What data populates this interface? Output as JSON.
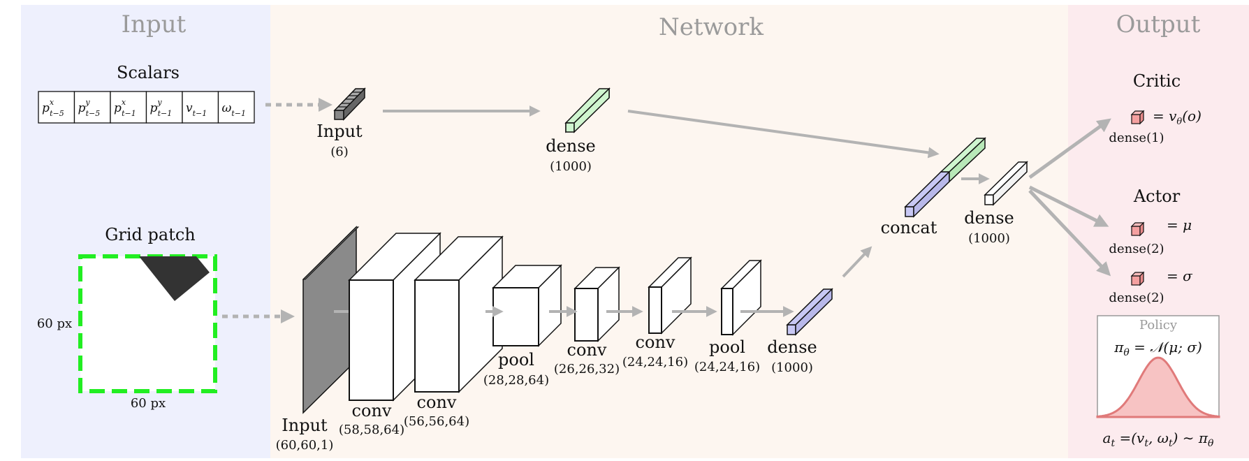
{
  "panels": {
    "input": {
      "title": "Input",
      "color": "#eef0fd"
    },
    "network": {
      "title": "Network",
      "color": "#fdf6f0"
    },
    "output": {
      "title": "Output",
      "color": "#fcebee"
    }
  },
  "scalars": {
    "title": "Scalars",
    "cells": [
      {
        "base": "p",
        "sup": "x",
        "sub": "t−5"
      },
      {
        "base": "p",
        "sup": "y",
        "sub": "t−5"
      },
      {
        "base": "p",
        "sup": "x",
        "sub": "t−1"
      },
      {
        "base": "p",
        "sup": "y",
        "sub": "t−1"
      },
      {
        "base": "v",
        "sup": "",
        "sub": "t−1"
      },
      {
        "base": "ω",
        "sup": "",
        "sub": "t−1"
      }
    ]
  },
  "grid_patch": {
    "title": "Grid patch",
    "height_label": "60 px",
    "width_label": "60 px",
    "border_color": "#22ee22"
  },
  "scalar_branch": {
    "input": {
      "label": "Input",
      "dims": "(6)"
    },
    "dense": {
      "label": "dense",
      "dims": "(1000)"
    }
  },
  "grid_branch": {
    "input": {
      "label": "Input",
      "dims": "(60,60,1)"
    },
    "layers": [
      {
        "label": "conv",
        "dims": "(58,58,64)"
      },
      {
        "label": "conv",
        "dims": "(56,56,64)"
      },
      {
        "label": "pool",
        "dims": "(28,28,64)"
      },
      {
        "label": "conv",
        "dims": "(26,26,32)"
      },
      {
        "label": "conv",
        "dims": "(24,24,16)"
      },
      {
        "label": "pool",
        "dims": "(24,24,16)"
      },
      {
        "label": "dense",
        "dims": "(1000)"
      }
    ]
  },
  "merge": {
    "concat": {
      "label": "concat"
    },
    "dense": {
      "label": "dense",
      "dims": "(1000)"
    }
  },
  "output": {
    "critic": {
      "title": "Critic",
      "eq": "= v",
      "eq_sub": "θ",
      "eq_tail": "(o)",
      "layer": "dense(1)"
    },
    "actor": {
      "title": "Actor",
      "mu_eq": "= μ",
      "mu_layer": "dense(2)",
      "sigma_eq": "= σ",
      "sigma_layer": "dense(2)"
    },
    "policy": {
      "title": "Policy",
      "formula": "π",
      "formula_sub": "θ",
      "formula_tail": " = 𝒩(μ; σ)",
      "action": "a",
      "action_sub": "t",
      "action_tail": " =(v",
      "action_tail2": ", ω",
      "action_tail3": ") ∼ π",
      "action_tail3_sub": "θ",
      "action_close": ""
    }
  },
  "colors": {
    "arrow": "#b3b3b3",
    "green_block": "#cff5cf",
    "blue_block": "#c8c8f4",
    "red_block": "#f4a0a0",
    "gray_block": "#909090",
    "dark_block": "#555555",
    "bell_fill": "#f7c3c3",
    "bell_stroke": "#e07a7a"
  }
}
